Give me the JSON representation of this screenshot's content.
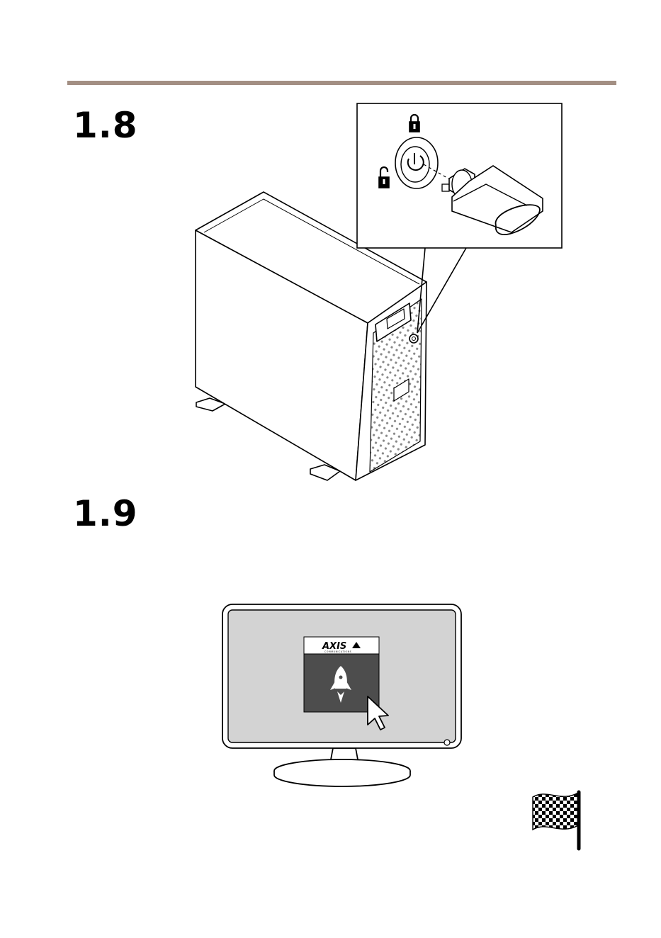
{
  "steps": [
    {
      "number": "1.8"
    },
    {
      "number": "1.9"
    }
  ],
  "monitor_window": {
    "brand": "AXIS",
    "brand_subtitle": "COMMUNICATIONS"
  },
  "colors": {
    "accent_rule": "#a38f83",
    "screen_gray": "#d3d3d3",
    "window_gray": "#4d4d4d"
  },
  "icons": [
    "lock-closed-icon",
    "lock-open-icon",
    "power-key-icon",
    "rocket-icon",
    "cursor-arrow-icon",
    "checkered-flag-icon"
  ]
}
